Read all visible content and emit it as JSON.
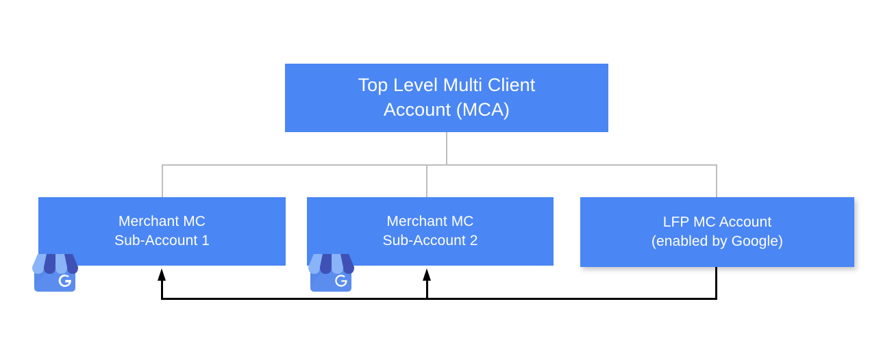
{
  "diagram": {
    "title_node": {
      "id": "top-level-mca",
      "label": "Top Level Multi Client\nAccount (MCA)"
    },
    "child_nodes": [
      {
        "id": "merchant-sub-1",
        "label": "Merchant MC\nSub-Account 1",
        "icon": "google-business-profile-storefront-icon"
      },
      {
        "id": "merchant-sub-2",
        "label": "Merchant MC\nSub-Account 2",
        "icon": "google-business-profile-storefront-icon"
      },
      {
        "id": "lfp-mc-account",
        "label": "LFP MC Account\n(enabled by Google)",
        "icon": null
      }
    ],
    "colors": {
      "node_fill": "#4a86f4",
      "node_text": "#ffffff",
      "tree_connector": "#bdbdbd",
      "flow_connector": "#000000",
      "background": "#ffffff"
    },
    "icon_colors": {
      "awning_light": "#8ab4f8",
      "awning_dark": "#3f51b5",
      "body": "#5b8def",
      "letter": "#ffffff",
      "letter_glyph": "G"
    }
  }
}
